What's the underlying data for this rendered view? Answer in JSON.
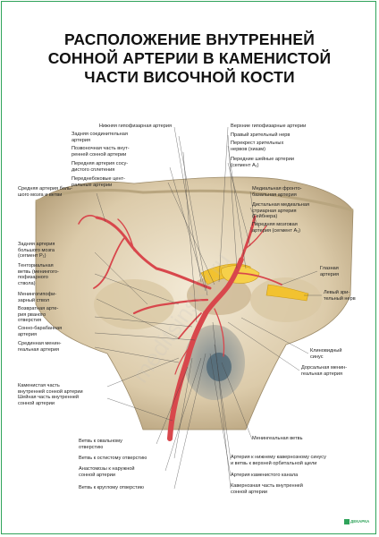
{
  "title": [
    "РАСПОЛОЖЕНИЕ ВНУТРЕННЕЙ",
    "СОННОЙ АРТЕРИИ В КАМЕНИСТОЙ",
    "ЧАСТИ ВИСОЧНОЙ КОСТИ"
  ],
  "labels_top": [
    "Нижняя гипофизарная артерия",
    "Задняя соединительная\nартерия",
    "Позвоночная часть внут-\nренней сонной артерии",
    "Передняя артерия сосу-\nдистого сплетения",
    "Переднебоковые цент-\nральные артерии"
  ],
  "labels_right": [
    "Верхние гипофизарные артерии",
    "Правый зрительный нерв",
    "Перекрест зрительных\nнервов (хиазм)",
    "Передние шейные артерии\n(сегмент A₁)",
    "Медиальная фронто-\nбазальная артерия",
    "Дистальная медиальная\nстриарная артерия\n(Гейбнера)",
    "Передняя мозговая\nартерия (сегмент A₁)",
    "Глазная\nартерия",
    "Левый зри-\nтельный нерв",
    "Клиновидный\nсинус",
    "Дорсальная менин-\nгеальная артерия"
  ],
  "labels_left": [
    "Средняя артерия боль-\nшого мозга и ветви",
    "Задняя артерия\nбольшого мозга\n(сегмент P₁)",
    "Тенториальная\nветвь (менингого-\nпофизарного\nствола)",
    "Менингогипофи-\nзарный ствол",
    "Возвратная арте-\nрия рваного\nотверстия",
    "Сонно-барабанная\nартерия",
    "Срединная менин-\nгеальная артерия"
  ],
  "labels_bottom_left": [
    "Каменистая часть\nвнутренней сонной артерии",
    "Шейная часть внутренней\nсонной артерии",
    "Ветвь к овальному\nотверстию",
    "Ветвь к остистому отверстию",
    "Анастомозы к наружной\nсонной артерии",
    "Ветвь к круглому отверстию"
  ],
  "labels_bottom_right": [
    "Менингеальная ветвь",
    "Артерия к нижнему кавернозному синусу\nи ветвь к верхней орбитальной щели",
    "Артерия каменистого канала",
    "Кавернозная часть внутренней\nсонной артерии"
  ],
  "watermark": "meditsinskiy.ru",
  "logo": "ДЕКАРКА",
  "colors": {
    "frame": "#2fa35a",
    "artery": "#d8474c",
    "nerve": "#f2c230",
    "bone": "#e8dcc2"
  }
}
